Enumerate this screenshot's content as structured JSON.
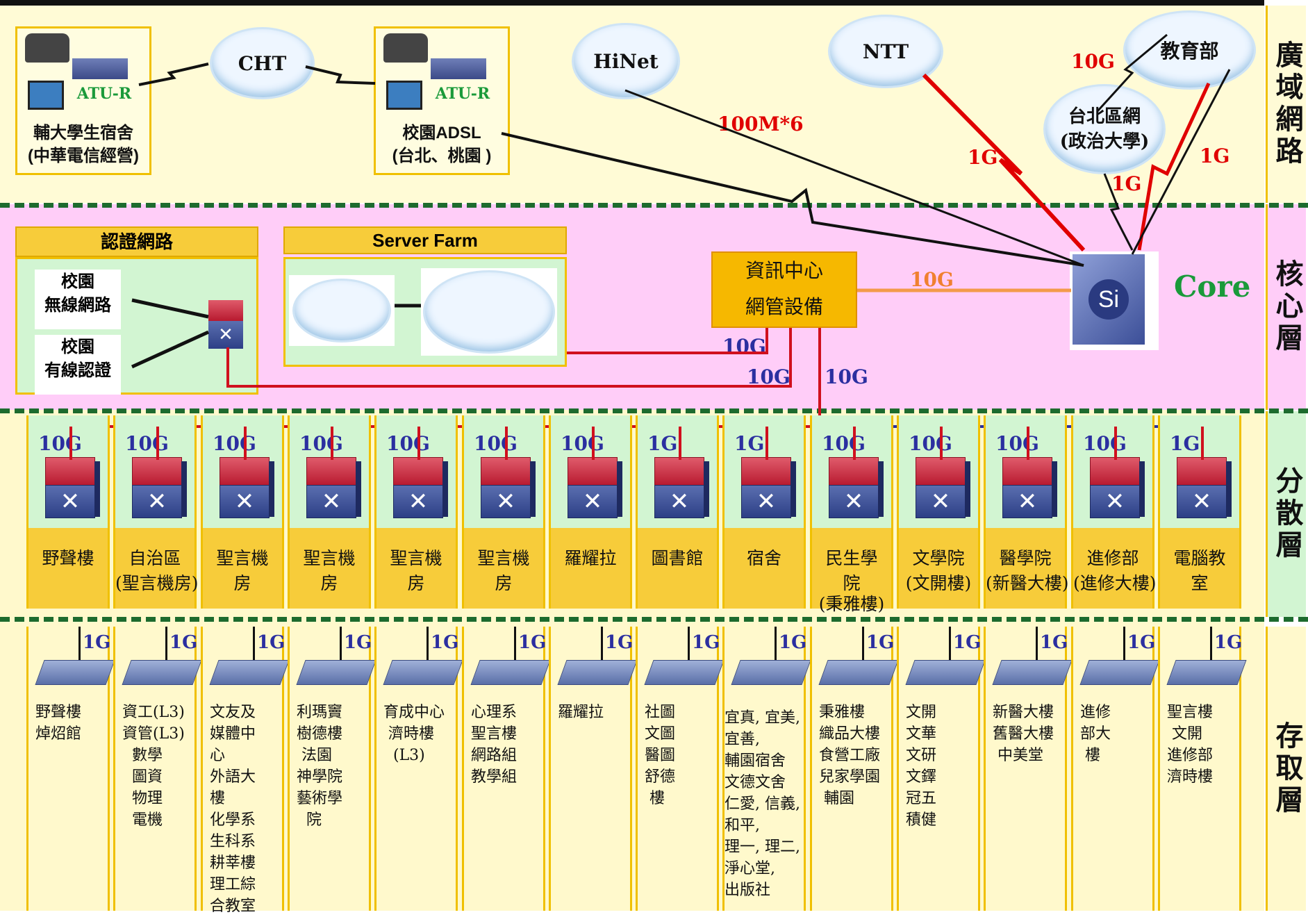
{
  "side_labels": [
    "廣域網路",
    "核心層",
    "分散層",
    "存取層"
  ],
  "wan": {
    "dorm": {
      "atu": "ATU-R",
      "line1": "輔大學生宿舍",
      "line2": "(中華電信經營)"
    },
    "cht": "CHT",
    "campus_adsl": {
      "atu": "ATU-R",
      "line1": "校園ADSL",
      "line2": "(台北、桃園 )"
    },
    "hinet": "HiNet",
    "ntt": "NTT",
    "moe": "教育部",
    "taipei_region": {
      "line1": "台北區網",
      "line2": "(政治大學)"
    },
    "speeds": {
      "hinet": "100M*6",
      "ntt": "1G",
      "moe": "10G",
      "region_moe": "1G",
      "region_core": "1G"
    }
  },
  "core": {
    "auth_caption": "認證網路",
    "auth_items": [
      {
        "l1": "校園",
        "l2": "無線網路"
      },
      {
        "l1": "校園",
        "l2": "有線認證"
      }
    ],
    "server_farm_caption": "Server Farm",
    "nms": {
      "line1": "資訊中心",
      "line2": "網管設備"
    },
    "core_label": "Core",
    "core_switch": "Si",
    "speeds": {
      "nms_core": "10G",
      "server_farm": "10G",
      "auth": "10G",
      "dist": "10G"
    }
  },
  "distribution": [
    {
      "speed": "10G",
      "name": "野聲樓",
      "sub": ""
    },
    {
      "speed": "10G",
      "name": "自治區",
      "sub": "(聖言機房)"
    },
    {
      "speed": "10G",
      "name": "聖言機",
      "sub": "房"
    },
    {
      "speed": "10G",
      "name": "聖言機",
      "sub": "房"
    },
    {
      "speed": "10G",
      "name": "聖言機",
      "sub": "房"
    },
    {
      "speed": "10G",
      "name": "聖言機",
      "sub": "房"
    },
    {
      "speed": "10G",
      "name": "羅耀拉",
      "sub": ""
    },
    {
      "speed": "1G",
      "name": "圖書館",
      "sub": ""
    },
    {
      "speed": "1G",
      "name": "宿舍",
      "sub": ""
    },
    {
      "speed": "10G",
      "name": "民生學",
      "sub": "院",
      "sub2": "(秉雅樓)"
    },
    {
      "speed": "10G",
      "name": "文學院",
      "sub": "(文開樓)"
    },
    {
      "speed": "10G",
      "name": "醫學院",
      "sub": "(新醫大樓)"
    },
    {
      "speed": "10G",
      "name": "進修部",
      "sub": "(進修大樓)"
    },
    {
      "speed": "1G",
      "name": "電腦教",
      "sub": "室"
    }
  ],
  "access": [
    {
      "speed": "1G",
      "text": "野聲樓\n焯炤館"
    },
    {
      "speed": "1G",
      "text": "資工(L3)\n資管(L3)\n  數學\n  圖資\n  物理\n  電機"
    },
    {
      "speed": "1G",
      "text": "文友及\n媒體中\n心\n外語大\n樓\n化學系\n生科系\n耕莘樓\n理工綜\n合教室"
    },
    {
      "speed": "1G",
      "text": "利瑪竇\n樹德樓\n 法園\n神學院\n藝術學\n  院"
    },
    {
      "speed": "1G",
      "text": "育成中心\n 濟時樓\n  (L3)"
    },
    {
      "speed": "1G",
      "text": "心理系\n聖言樓\n網路組\n教學組"
    },
    {
      "speed": "1G",
      "text": "羅耀拉"
    },
    {
      "speed": "1G",
      "text": "社圖\n文圖\n醫圖\n舒德\n 樓"
    },
    {
      "speed": "1G",
      "text": "宜真, 宜美,\n宜善,\n輔園宿舍\n文德文舍\n仁愛, 信義,\n和平,\n理一, 理二,\n淨心堂,\n出版社"
    },
    {
      "speed": "1G",
      "text": "秉雅樓\n織品大樓\n食營工廠\n兒家學園\n 輔園"
    },
    {
      "speed": "1G",
      "text": "文開\n文華\n文研\n文鐸\n冠五\n積健"
    },
    {
      "speed": "1G",
      "text": "新醫大樓\n舊醫大樓\n 中美堂"
    },
    {
      "speed": "1G",
      "text": "進修\n部大\n 樓"
    },
    {
      "speed": "1G",
      "text": "聖言樓\n 文開\n進修部\n濟時樓"
    }
  ],
  "colors": {
    "wan_bg": "#fffbd6",
    "core_bg": "#ffcdf8",
    "dist_bg": "#d2f5d2",
    "accent": "#f0c000",
    "link_red": "#d0101e",
    "link_blue": "#2b2fa0"
  }
}
